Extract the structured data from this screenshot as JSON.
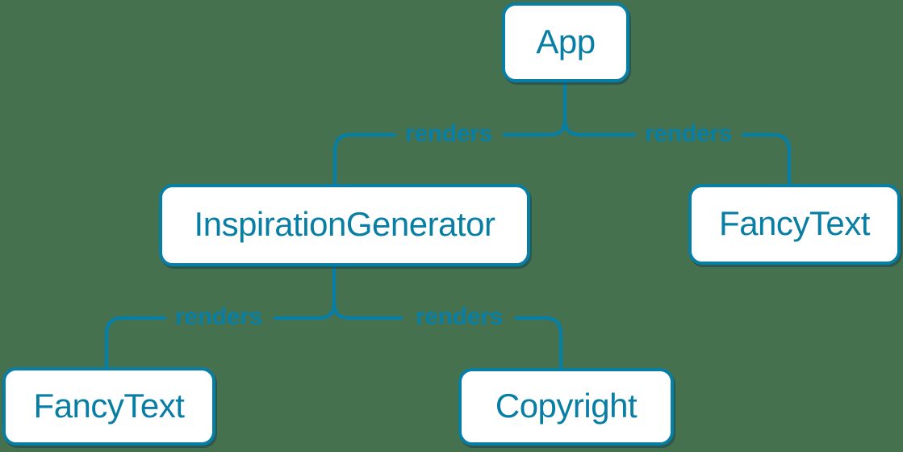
{
  "diagram": {
    "type": "component-render-tree",
    "colors": {
      "background": "#46714E",
      "accent": "#087EA4",
      "node-fill": "#FFFFFF"
    },
    "nodes": [
      {
        "id": "app",
        "label": "App"
      },
      {
        "id": "inspiration-generator",
        "label": "InspirationGenerator"
      },
      {
        "id": "fancy-text-top",
        "label": "FancyText"
      },
      {
        "id": "fancy-text-bottom",
        "label": "FancyText"
      },
      {
        "id": "copyright",
        "label": "Copyright"
      }
    ],
    "edges": [
      {
        "from": "App",
        "to": "InspirationGenerator",
        "label": "renders"
      },
      {
        "from": "App",
        "to": "FancyText",
        "label": "renders"
      },
      {
        "from": "InspirationGenerator",
        "to": "FancyText",
        "label": "renders"
      },
      {
        "from": "InspirationGenerator",
        "to": "Copyright",
        "label": "renders"
      }
    ]
  }
}
